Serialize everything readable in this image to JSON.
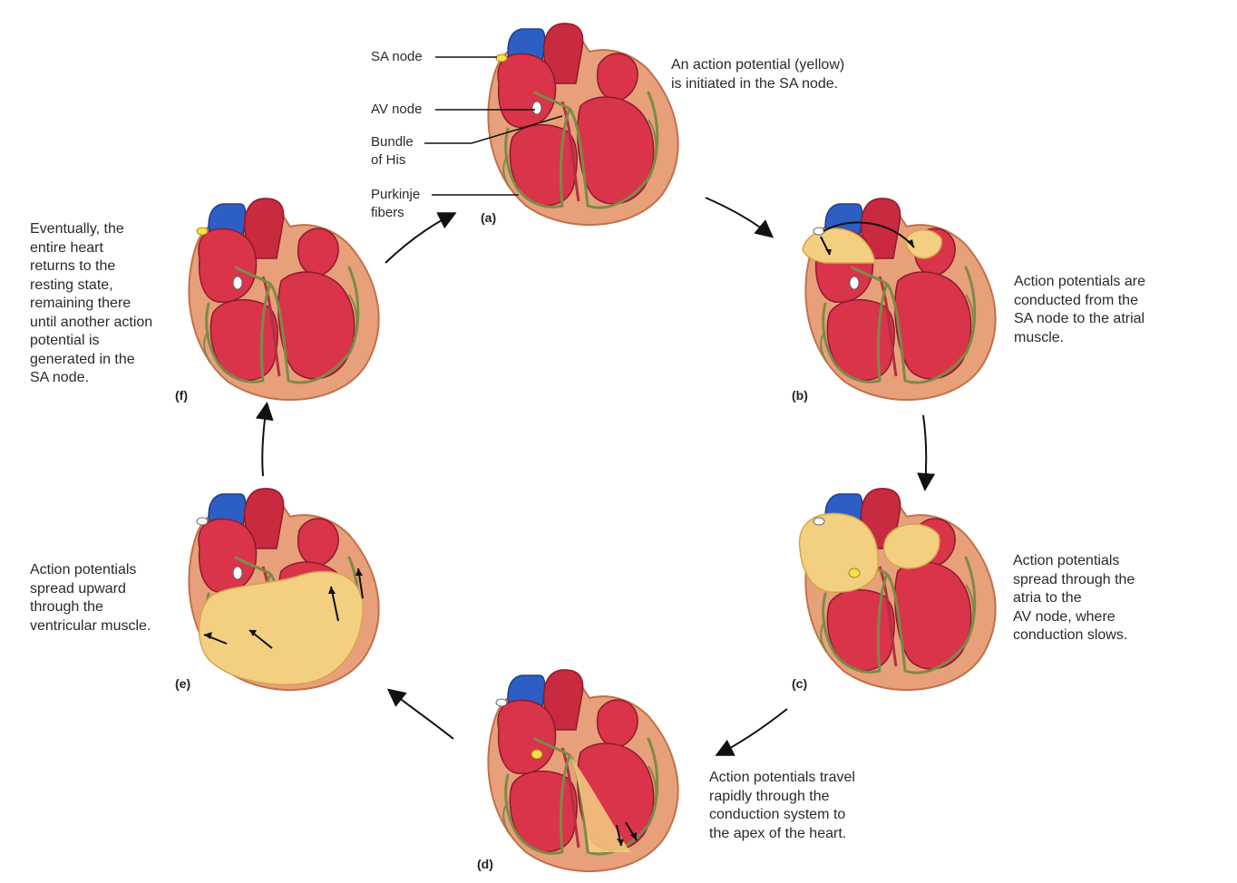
{
  "labels": {
    "sa_node": "SA node",
    "av_node": "AV node",
    "bundle_of_his": "Bundle\nof His",
    "purkinje_fibers": "Purkinje\nfibers"
  },
  "panels": {
    "a": {
      "letter": "(a)",
      "caption": "An action potential (yellow)\nis initiated in the SA node."
    },
    "b": {
      "letter": "(b)",
      "caption": "Action potentials are\nconducted from the\nSA node to the atrial\nmuscle."
    },
    "c": {
      "letter": "(c)",
      "caption": "Action potentials\nspread through the\natria to the\nAV node, where\nconduction slows."
    },
    "d": {
      "letter": "(d)",
      "caption": "Action potentials travel\nrapidly through the\nconduction system to\nthe apex of the heart."
    },
    "e": {
      "letter": "(e)",
      "caption": "Action potentials\nspread upward\nthrough the\nventricular muscle."
    },
    "f": {
      "letter": "(f)",
      "caption": "Eventually, the\nentire heart\nreturns to the\nresting state,\nremaining there\nuntil another action\npotential is\ngenerated in the\nSA node."
    }
  },
  "colors": {
    "muscle_red": "#d9344a",
    "outer_tan": "#e8a07a",
    "excited_yellow": "#f3cf82",
    "vessel_blue": "#2d5ec4",
    "conduction_green": "#7c8a48",
    "sa_node_yellow": "#f5e04a",
    "av_node_white": "#ffffff"
  }
}
